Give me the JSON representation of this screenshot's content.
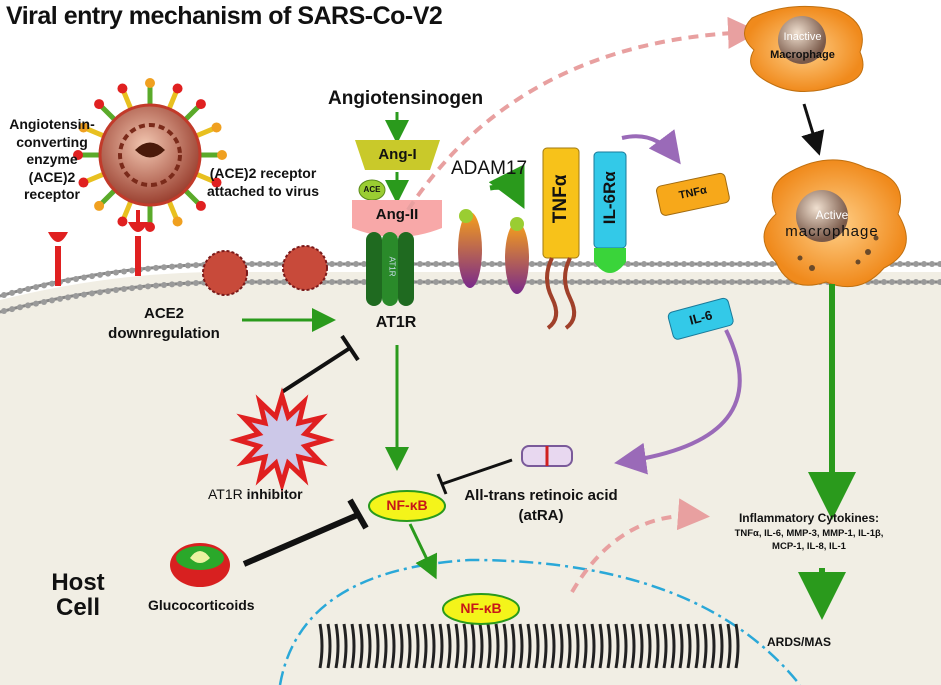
{
  "title": "Viral entry mechanism of SARS-Co-V2",
  "labels": {
    "ace_enzyme": [
      "Angiotensin-",
      "converting",
      "enzyme",
      "(ACE)2",
      "receptor"
    ],
    "ace_attached": [
      "(ACE)2 receptor",
      "attached to virus"
    ],
    "angiotensinogen": "Angiotensinogen",
    "ang1": "Ang-I",
    "ace_small": "ACE",
    "ang2": "Ang-II",
    "at1r_small": "AT1R",
    "adam17": "ADAM17",
    "tnfa_receptor": "TNFα",
    "il6ra": "IL-6Rα",
    "tnfa_free": "TNFα",
    "inactive_macrophage": [
      "Inactive",
      "Macrophage"
    ],
    "active_macrophage": [
      "Active",
      "macrophage"
    ],
    "ace2_down": [
      "ACE2",
      "downregulation"
    ],
    "at1r": "AT1R",
    "il6": "IL-6",
    "at1r_inhibitor_a": "AT1R",
    "at1r_inhibitor_b": " inhibitor",
    "nfkb": "NF-κB",
    "atra": [
      "All-trans retinoic acid",
      "(atRA)"
    ],
    "cytokines_title": "Inflammatory Cytokines:",
    "cytokines_list": [
      "TNFα, IL-6, MMP-3, MMP-1, IL-1β,",
      "MCP-1, IL-8, IL-1"
    ],
    "ards": "ARDS/MAS",
    "glucocorticoids": "Glucocorticoids",
    "host_cell": [
      "Host",
      "Cell"
    ]
  },
  "colors": {
    "green_arrow": "#2a9a1c",
    "purple_arrow": "#9a6ab8",
    "pink_dashed": "#e8a0a0",
    "cell_fill": "#f1eee4",
    "nucleus_dash": "#2aa8d8",
    "nfkb_fill": "#f4f41a",
    "tnfa_bar": "#f7c21a",
    "il6ra_bar": "#33c9e8",
    "macrophage_fill": "#f6a93a"
  }
}
